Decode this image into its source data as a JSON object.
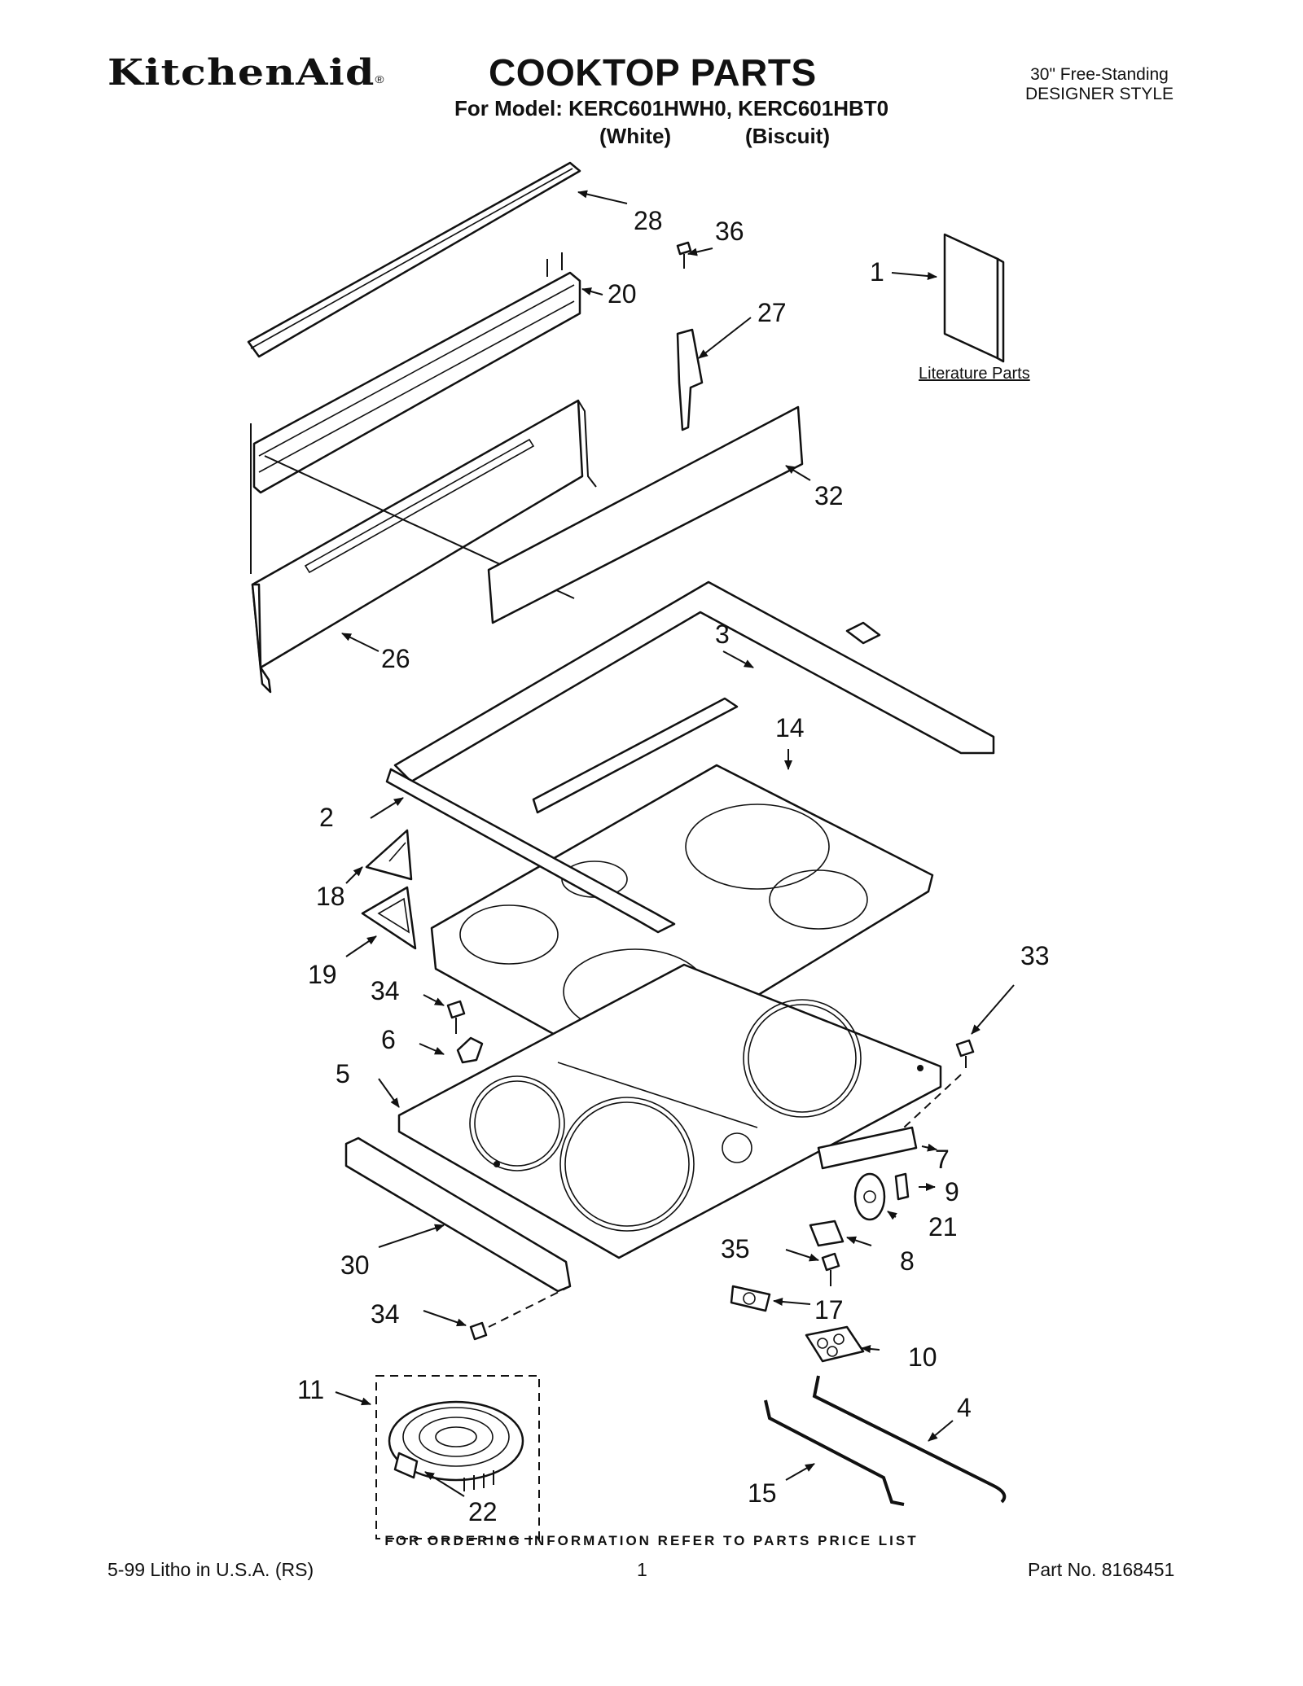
{
  "header": {
    "brand": "KitchenAid",
    "brand_mark": "®",
    "title": "COOKTOP PARTS",
    "model_line": "For Model: KERC601HWH0, KERC601HBT0",
    "color_white": "(White)",
    "color_biscuit": "(Biscuit)",
    "style_line1": "30\" Free-Standing",
    "style_line2": "DESIGNER STYLE"
  },
  "diagram": {
    "literature_label": "Literature Parts",
    "callouts": [
      "28",
      "36",
      "20",
      "1",
      "27",
      "32",
      "26",
      "3",
      "14",
      "2",
      "18",
      "19",
      "34",
      "33",
      "6",
      "5",
      "7",
      "9",
      "21",
      "35",
      "8",
      "30",
      "34",
      "17",
      "10",
      "11",
      "4",
      "15",
      "22"
    ]
  },
  "footer": {
    "ordering_note": "FOR ORDERING INFORMATION REFER TO PARTS PRICE LIST",
    "litho": "5-99 Litho in U.S.A. (RS)",
    "page_number": "1",
    "part_number": "Part No. 8168451"
  }
}
